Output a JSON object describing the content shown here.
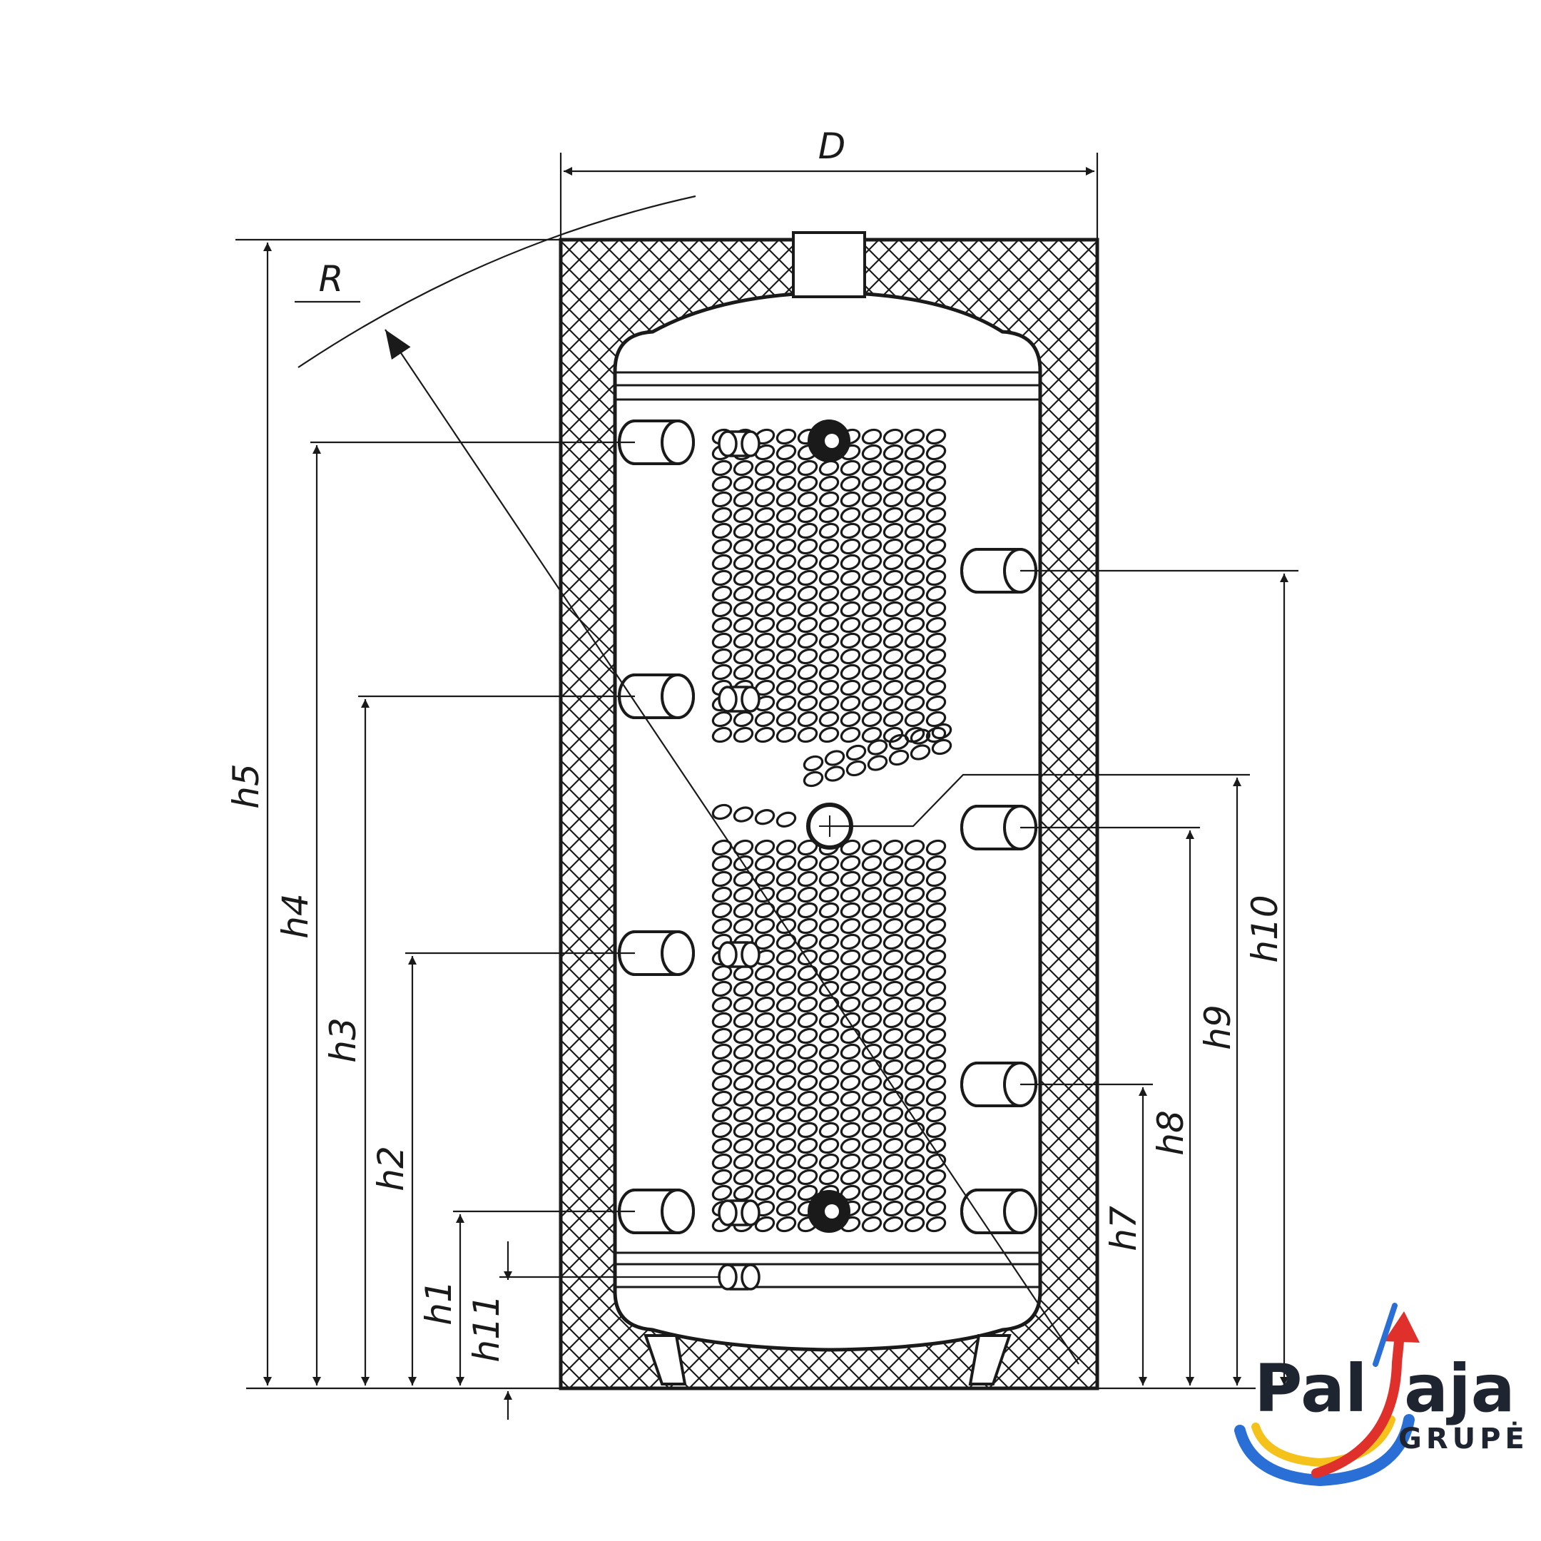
{
  "diagram": {
    "labels": {
      "D": "D",
      "R": "R",
      "h1": "h1",
      "h2": "h2",
      "h3": "h3",
      "h4": "h4",
      "h5": "h5",
      "h7": "h7",
      "h8": "h8",
      "h9": "h9",
      "h10": "h10",
      "h11": "h11"
    }
  },
  "logo": {
    "word_left": "Pal",
    "word_right": "aja",
    "sub": "GRUPĖ",
    "colors": {
      "blue": "#2a6fd6",
      "yellow": "#f5c21b",
      "red": "#e0302b",
      "text": "#1f2431"
    }
  }
}
